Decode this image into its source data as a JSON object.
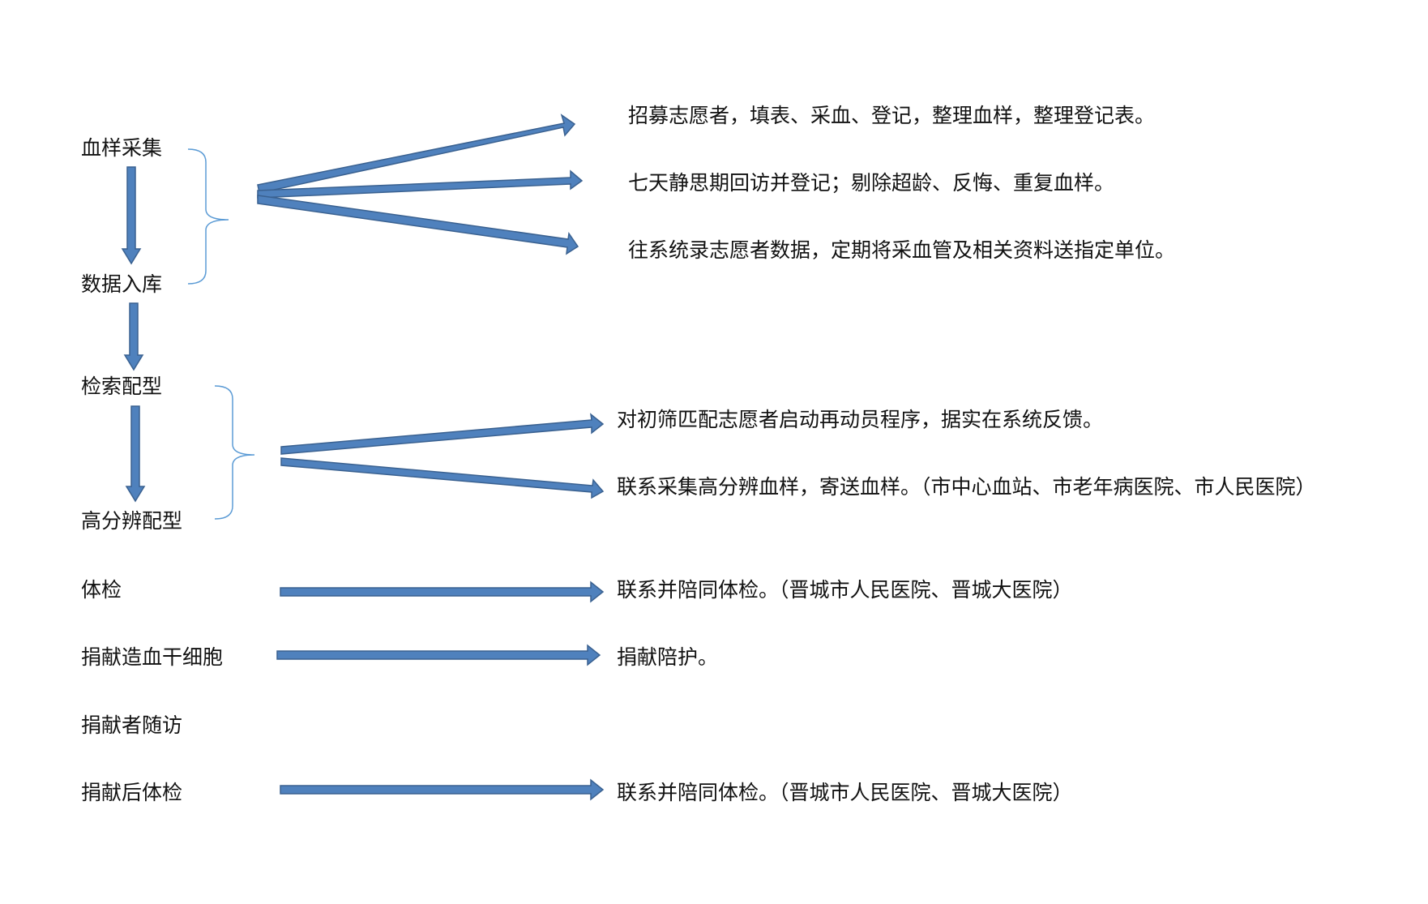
{
  "colors": {
    "arrow_fill": "#4f81bd",
    "arrow_stroke": "#3a6190",
    "brace": "#5b9bd5",
    "text": "#111111"
  },
  "steps": {
    "blood_sample_collection": "血样采集",
    "data_entry": "数据入库",
    "search_matching": "检索配型",
    "high_resolution_typing": "高分辨配型",
    "physical_exam": "体检",
    "stem_cell_donation": "捐献造血干细胞",
    "donor_follow_up": "捐献者随访",
    "post_donation_exam": "捐献后体检"
  },
  "tasks": {
    "recruit_volunteers": "招募志愿者，填表、采血、登记，整理血样，整理登记表。",
    "seven_day_revisit": "七天静思期回访并登记；剔除超龄、反悔、重复血样。",
    "enter_system": "往系统录志愿者数据，定期将采血管及相关资料送指定单位。",
    "remobilize": "对初筛匹配志愿者启动再动员程序，据实在系统反馈。",
    "contact_high_res": "联系采集高分辨血样，寄送血样。（市中心血站、市老年病医院、市人民医院）",
    "accompany_exam": "联系并陪同体检。（晋城市人民医院、晋城大医院）",
    "donation_escort": "捐献陪护。",
    "accompany_post_exam": "联系并陪同体检。（晋城市人民医院、晋城大医院）"
  }
}
